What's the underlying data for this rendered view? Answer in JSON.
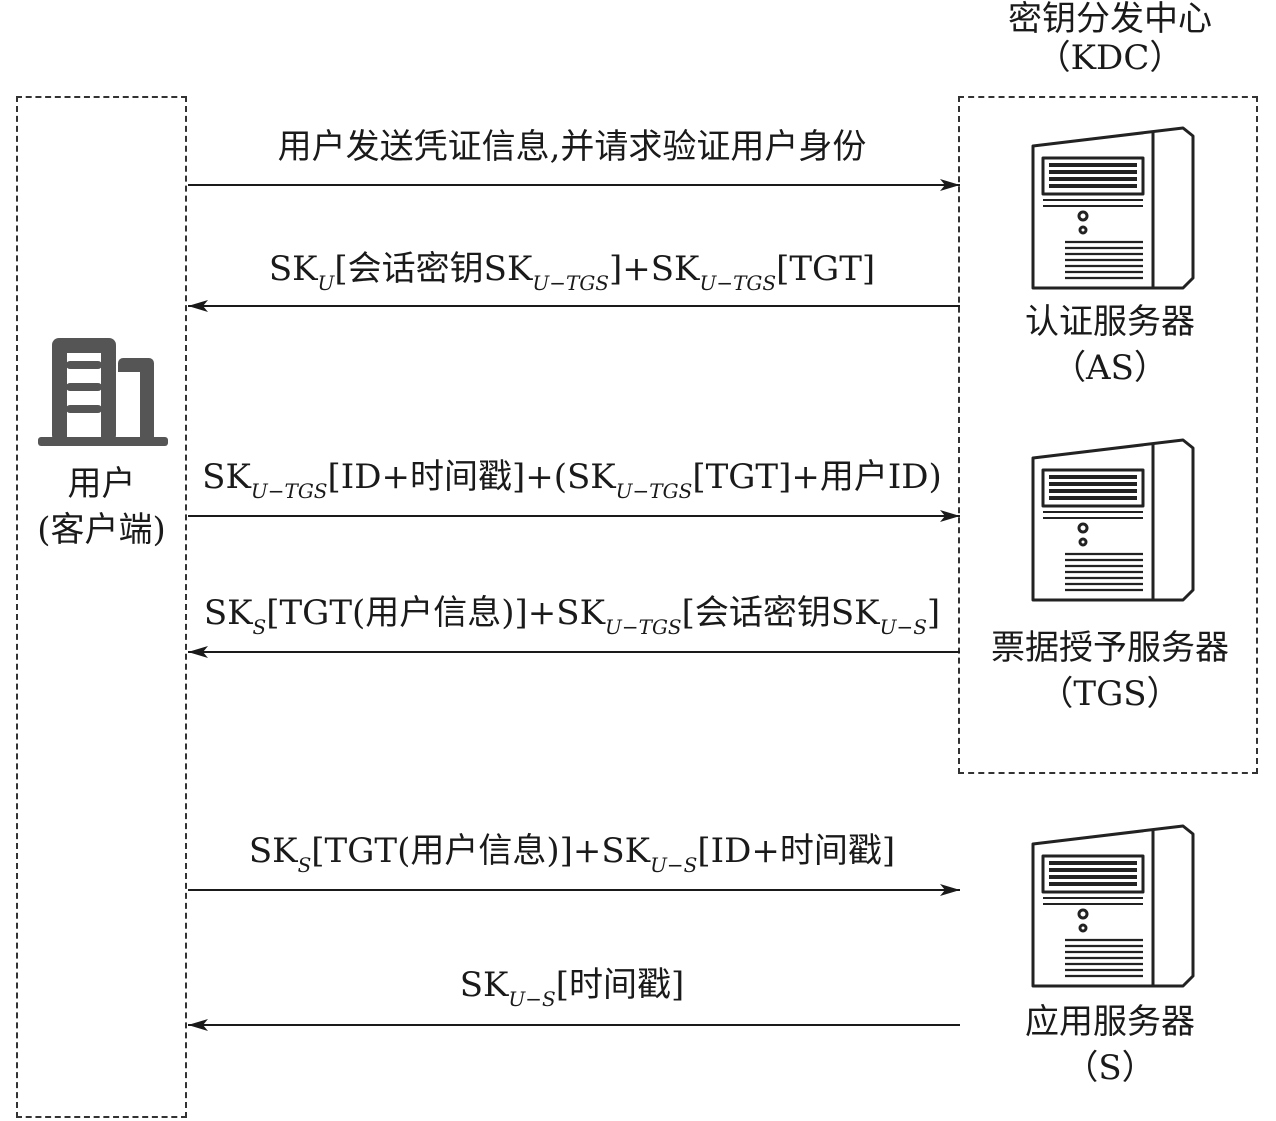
{
  "kdc": {
    "title": "密钥分发中心",
    "abbr": "（KDC）"
  },
  "user": {
    "name": "用户",
    "sub": "(客户端)"
  },
  "servers": [
    {
      "name": "认证服务器",
      "abbr": "（AS）"
    },
    {
      "name": "票据授予服务器",
      "abbr": "（TGS）"
    },
    {
      "name": "应用服务器",
      "abbr": "（S）"
    }
  ],
  "messages": [
    {
      "direction": "right",
      "text": "用户发送凭证信息,并请求验证用户身份"
    },
    {
      "direction": "left",
      "parts": [
        {
          "t": "SK"
        },
        {
          "s": "U"
        },
        {
          "t": "[会话密钥SK"
        },
        {
          "s": "U−TGS"
        },
        {
          "t": "]+SK"
        },
        {
          "s": "U−TGS"
        },
        {
          "t": "[TGT]"
        }
      ]
    },
    {
      "direction": "right",
      "parts": [
        {
          "t": "SK"
        },
        {
          "s": "U−TGS"
        },
        {
          "t": "[ID+时间戳]+(SK"
        },
        {
          "s": "U−TGS"
        },
        {
          "t": "[TGT]+用户ID)"
        }
      ]
    },
    {
      "direction": "left",
      "parts": [
        {
          "t": "SK"
        },
        {
          "s": "S"
        },
        {
          "t": "[TGT(用户信息)]+SK"
        },
        {
          "s": "U−TGS"
        },
        {
          "t": "[会话密钥SK"
        },
        {
          "s": "U−S"
        },
        {
          "t": "]"
        }
      ]
    },
    {
      "direction": "right",
      "parts": [
        {
          "t": "SK"
        },
        {
          "s": "S"
        },
        {
          "t": "[TGT(用户信息)]+SK"
        },
        {
          "s": "U−S"
        },
        {
          "t": "[ID+时间戳]"
        }
      ]
    },
    {
      "direction": "left",
      "parts": [
        {
          "t": "SK"
        },
        {
          "s": "U−S"
        },
        {
          "t": "[时间戳]"
        }
      ]
    }
  ]
}
